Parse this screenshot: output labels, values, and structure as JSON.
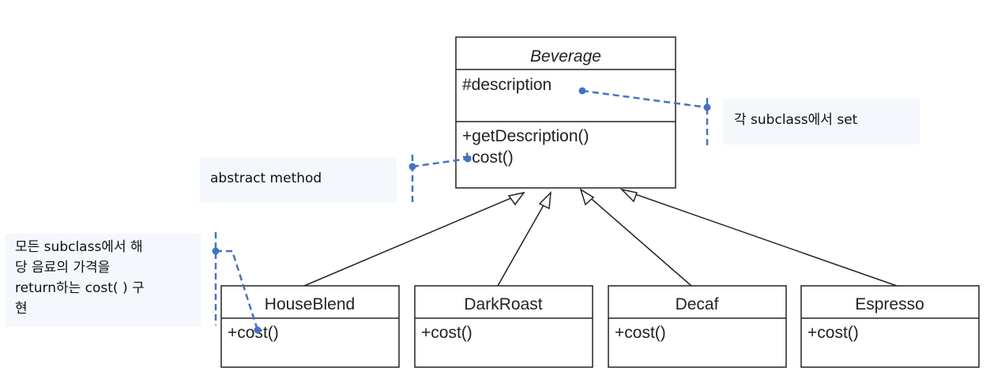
{
  "diagram": {
    "base_class": {
      "name": "Beverage",
      "attributes": [
        "#description"
      ],
      "methods": [
        "+getDescription()",
        "+cost()"
      ]
    },
    "subclasses": [
      {
        "name": "HouseBlend",
        "methods": [
          "+cost()"
        ]
      },
      {
        "name": "DarkRoast",
        "methods": [
          "+cost()"
        ]
      },
      {
        "name": "Decaf",
        "methods": [
          "+cost()"
        ]
      },
      {
        "name": "Espresso",
        "methods": [
          "+cost()"
        ]
      }
    ],
    "notes": {
      "description": "각 subclass에서 set",
      "abstract": "abstract method",
      "cost_lines": [
        "모든 subclass에서 해",
        "당 음료의 가격을",
        "return하는 cost( ) 구",
        "현"
      ]
    },
    "colors": {
      "line": "#222222",
      "note_connector": "#4472c4",
      "note_bg": "#f4f7fc"
    }
  }
}
